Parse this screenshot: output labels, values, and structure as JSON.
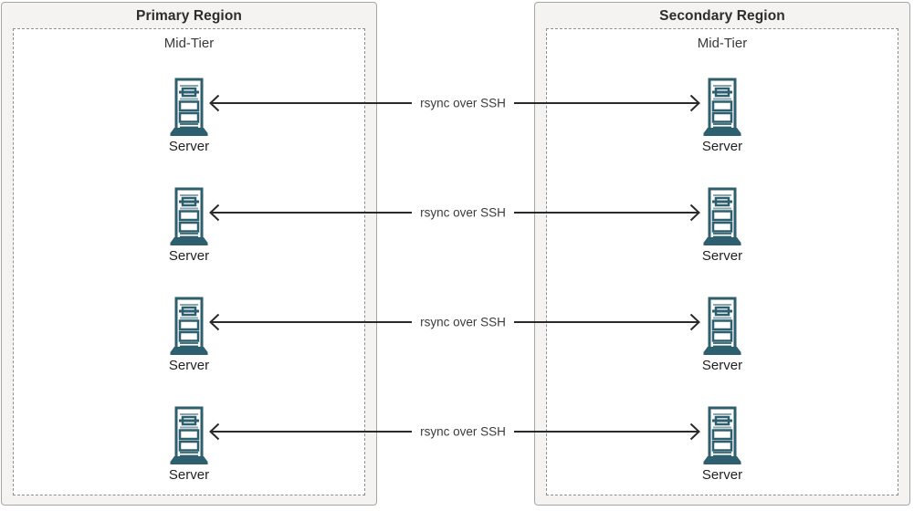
{
  "diagram": {
    "regions": [
      {
        "title": "Primary Region",
        "tier": "Mid-Tier",
        "servers": [
          "Server",
          "Server",
          "Server",
          "Server"
        ]
      },
      {
        "title": "Secondary Region",
        "tier": "Mid-Tier",
        "servers": [
          "Server",
          "Server",
          "Server",
          "Server"
        ]
      }
    ],
    "connections": [
      {
        "label": "rsync over SSH"
      },
      {
        "label": "rsync over SSH"
      },
      {
        "label": "rsync over SSH"
      },
      {
        "label": "rsync over SSH"
      }
    ]
  },
  "colors": {
    "region_bg": "#f4f3f1",
    "region_border": "#a8a6a3",
    "inner_border": "#8f8e8c",
    "server_icon": "#2e5f6f",
    "server_icon_light": "#8aa7b0",
    "arrow": "#2a2a2a",
    "region_title": "#2f2d2b",
    "tier_label": "#3b3a39",
    "server_label": "#211f1e",
    "connection_label": "#3c3c3c"
  }
}
